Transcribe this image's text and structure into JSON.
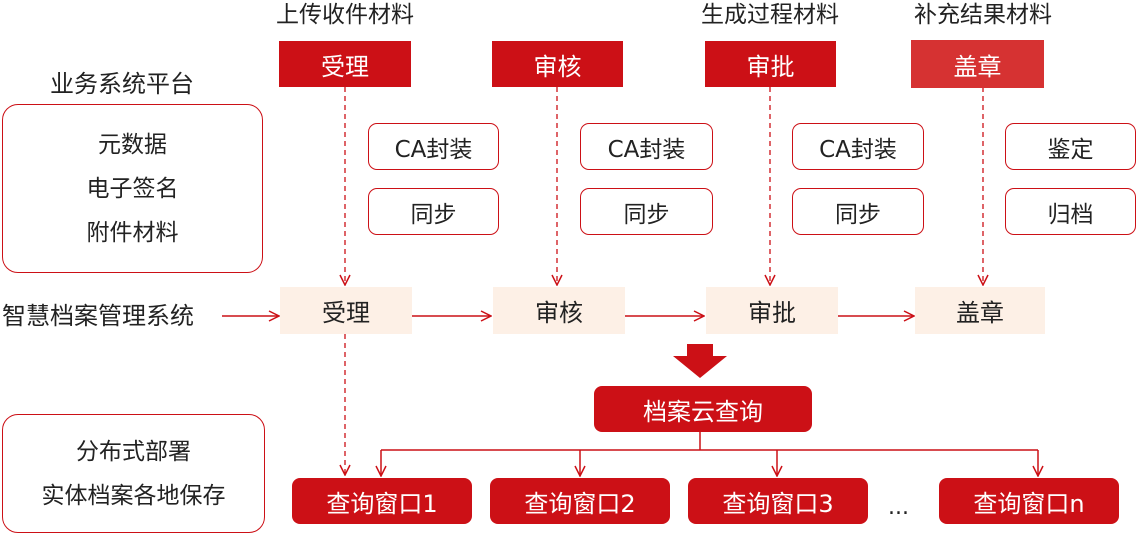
{
  "phases": [
    {
      "header": "上传收件材料",
      "step": "受理"
    },
    {
      "header": "",
      "step": "审核"
    },
    {
      "header": "生成过程材料",
      "step": "审批"
    },
    {
      "header": "补充结果材料",
      "step": "盖章"
    }
  ],
  "platform": {
    "title": "业务系统平台",
    "items": [
      "元数据",
      "电子签名",
      "附件材料"
    ]
  },
  "service_boxes": [
    [
      "CA封装",
      "同步"
    ],
    [
      "CA封装",
      "同步"
    ],
    [
      "CA封装",
      "同步"
    ],
    [
      "鉴定",
      "归档"
    ]
  ],
  "archive_system": {
    "label": "智慧档案管理系统",
    "steps": [
      "受理",
      "审核",
      "审批",
      "盖章"
    ]
  },
  "cloud_query": "档案云查询",
  "distributed": {
    "items": [
      "分布式部署",
      "实体档案各地保存"
    ]
  },
  "windows": [
    "查询窗口1",
    "查询窗口2",
    "查询窗口3",
    "查询窗口n"
  ],
  "ellipsis": "...",
  "colors": {
    "accent": "#cc1016",
    "stamp": "#d63232",
    "peach": "#fdf0e6"
  }
}
